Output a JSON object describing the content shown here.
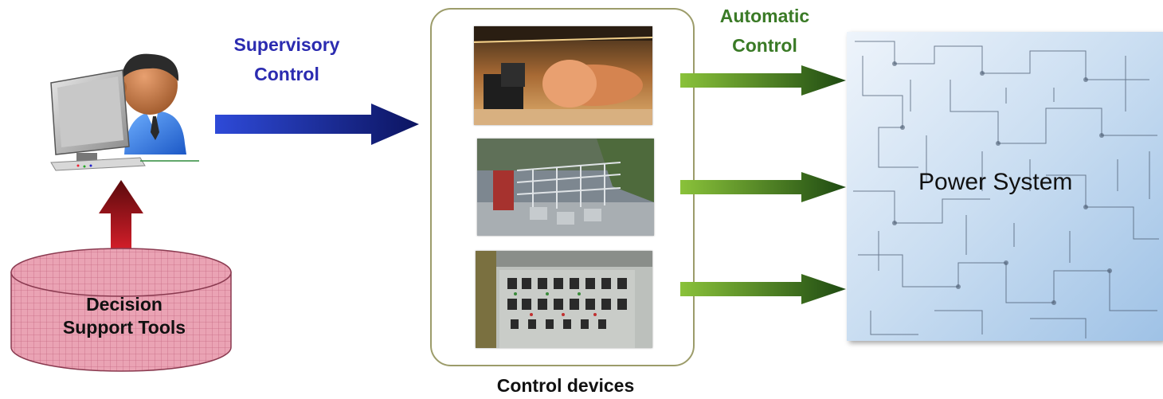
{
  "labels": {
    "supervisory_line1": "Supervisory",
    "supervisory_line2": "Control",
    "automatic_line1": "Automatic",
    "automatic_line2": "Control",
    "control_devices": "Control devices",
    "power_system": "Power System",
    "decision_line1": "Decision",
    "decision_line2": "Support Tools"
  },
  "colors": {
    "supervisory_text": "#2b2bb0",
    "automatic_text": "#3a7a26",
    "supervisory_arrow": "#1f2f9e",
    "automatic_arrow": "#4f8f1e",
    "decision_arrow": "#a3121a",
    "database_fill": "#e9a6b6",
    "devices_border": "#9c9c6a"
  },
  "icons": {
    "operator": "operator-at-computer-icon",
    "database": "database-cylinder-icon"
  }
}
